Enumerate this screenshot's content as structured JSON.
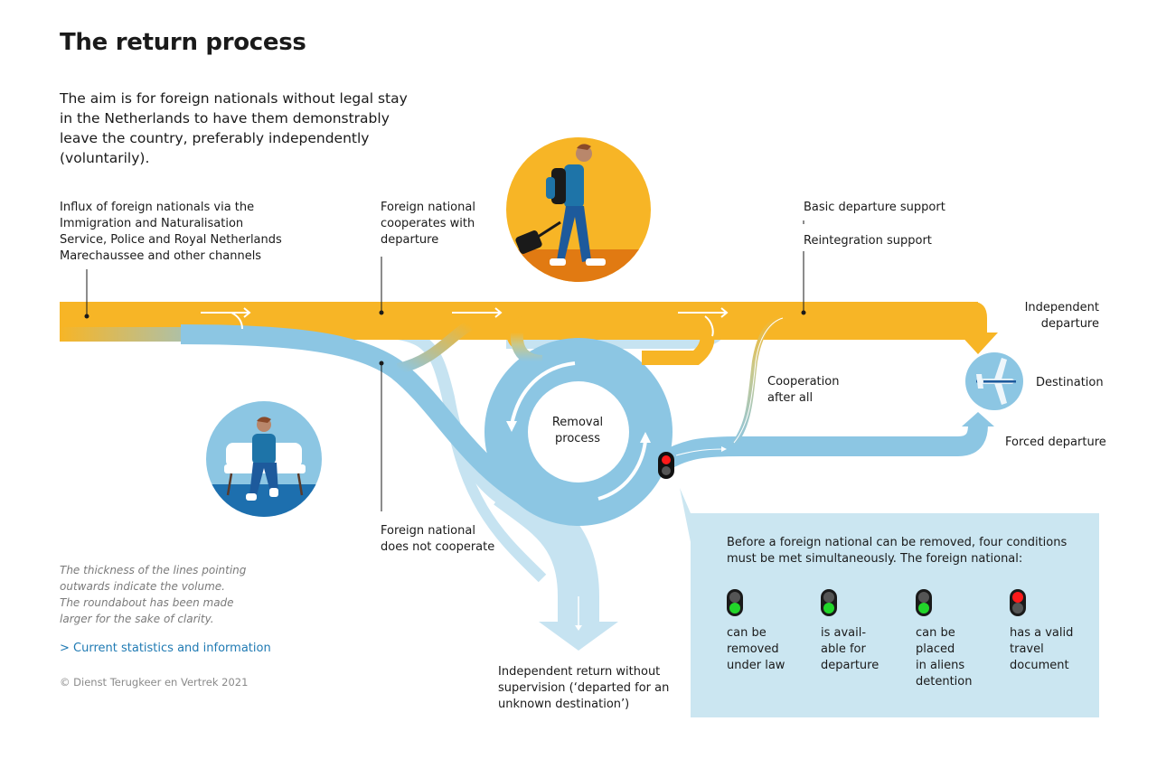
{
  "header": {
    "title": "The return process",
    "intro": "The aim is for foreign nationals without legal stay in the Netherlands to have them demonstrably leave the country, preferably independently (voluntarily)."
  },
  "labels": {
    "influx": "Influx of foreign nationals via the\nImmigration and Naturalisation\nService, Police and Royal Netherlands\nMarechaussee and other channels",
    "cooperates": "Foreign national\ncooperates with\ndeparture",
    "basic_support": "Basic departure support",
    "reintegration_support": "Reintegration support",
    "independent_departure": "Independent\ndeparture",
    "destination": "Destination",
    "forced_departure": "Forced departure",
    "cooperation_after_all": "Cooperation\nafter all",
    "removal_process": "Removal\nprocess",
    "not_cooperate": "Foreign national\ndoes not cooperate",
    "independent_return": "Independent return without\nsupervision (‘departed for an\nunknown destination’)"
  },
  "footer": {
    "note": "The thickness of the lines pointing\noutwards indicate the volume.\nThe roundabout has been made\nlarger for the sake of clarity.",
    "link": "> Current statistics and information",
    "copyright": "© Dienst Terugkeer en Vertrek 2021"
  },
  "conditions": {
    "intro": "Before a foreign national can be removed, four conditions\nmust be met simultaneously. The foreign national:",
    "items": [
      {
        "text": "can be\nremoved\nunder law",
        "status": "green"
      },
      {
        "text": "is avail-\nable for\ndeparture",
        "status": "green"
      },
      {
        "text": "can be\nplaced\nin aliens\ndetention",
        "status": "green"
      },
      {
        "text": "has a valid\ntravel\ndocument",
        "status": "red"
      }
    ]
  },
  "icons": {
    "traveler": "person-walking-with-luggage-icon",
    "waiting": "person-sitting-on-bench-icon",
    "plane": "airplane-icon",
    "traffic_light": "traffic-light-icon"
  },
  "colors": {
    "orange": "#f7b526",
    "blue": "#8cc6e3",
    "light_blue": "#c6e3f1",
    "dark_blue": "#1d6fae",
    "green_light": "#22d62a",
    "red_light": "#ff1a1a",
    "off_light": "#555555",
    "link": "#1f7ab3"
  }
}
